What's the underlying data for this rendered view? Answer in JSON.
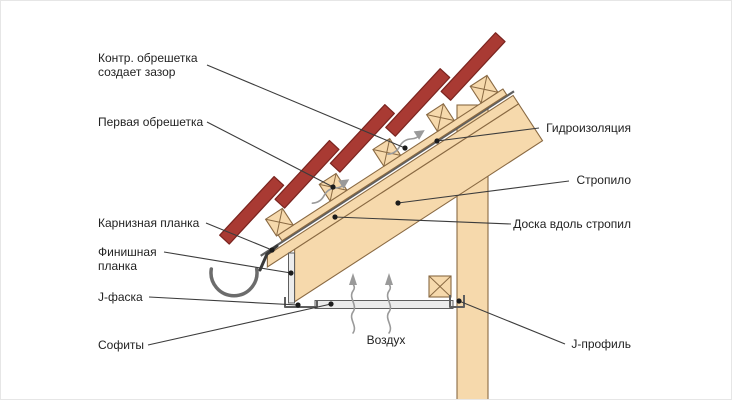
{
  "labels": {
    "counter_batten_line1": "Контр. обрешетка",
    "counter_batten_line2": "создает зазор",
    "first_batten": "Первая обрешетка",
    "eaves_strip": "Карнизная планка",
    "finish_strip_line1": "Финишная",
    "finish_strip_line2": "планка",
    "j_fascia": "J-фаска",
    "soffits": "Софиты",
    "air": "Воздух",
    "waterproofing": "Гидроизоляция",
    "rafter": "Стропило",
    "board_along_rafters": "Доска вдоль стропил",
    "j_profile": "J-профиль"
  },
  "colors": {
    "background": "#ffffff",
    "wood": "#f6d9ac",
    "wood_stroke": "#8a6a43",
    "tile_red": "#a93a33",
    "tile_stroke": "#7a241f",
    "metal": "#ececec",
    "metal_stroke": "#5f5f5f",
    "leader": "#3c3c3c",
    "text": "#222222",
    "air_arrow": "#9a9a9a"
  }
}
